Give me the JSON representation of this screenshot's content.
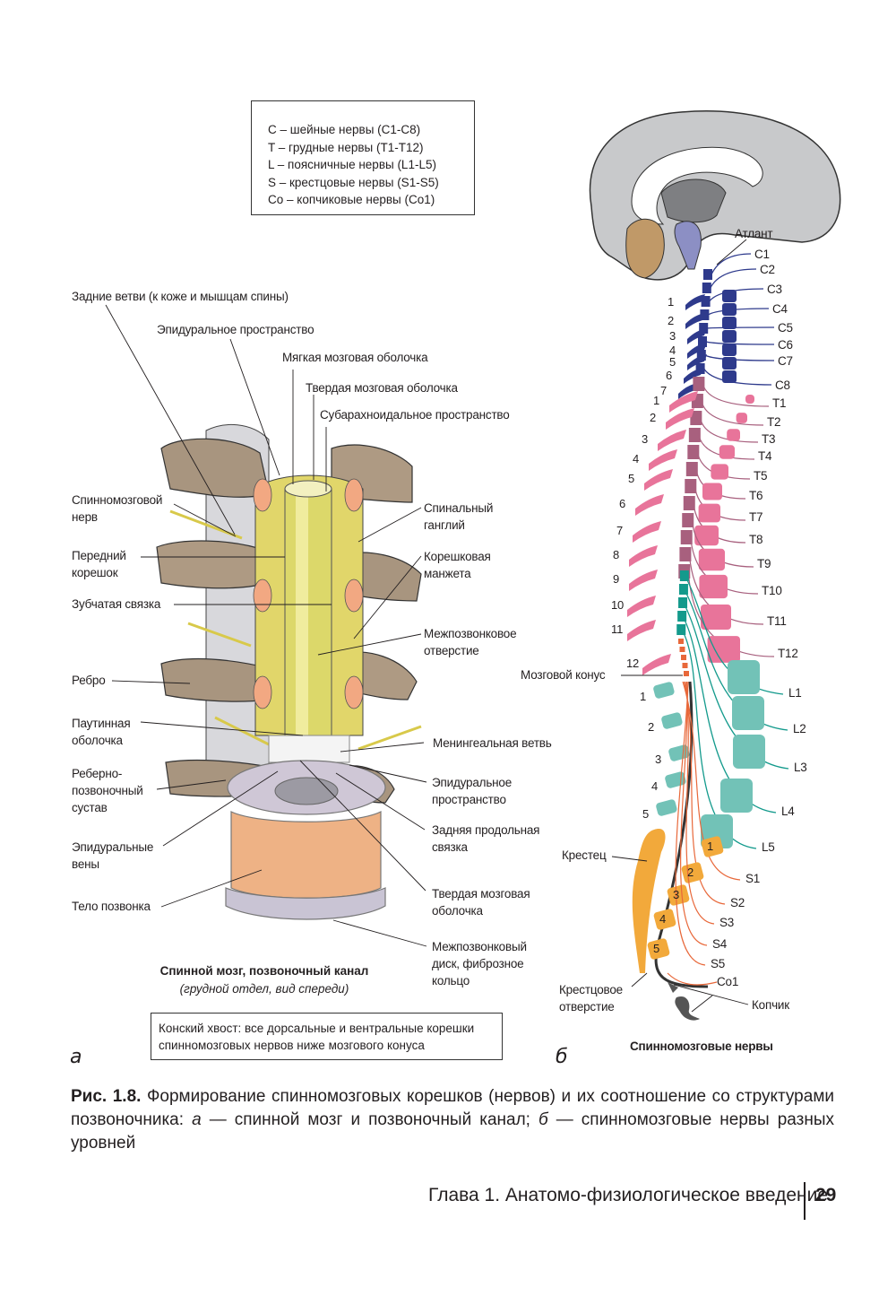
{
  "legend": {
    "lines": [
      "C – шейные нервы (C1-C8)",
      "T – грудные нервы (T1-T12)",
      "L – поясничные нервы (L1-L5)",
      "S – крестцовые нервы (S1-S5)",
      "Co – копчиковые нервы (Co1)"
    ]
  },
  "panel_a": {
    "letter": "а",
    "top_labels": {
      "posterior_branches": "Задние ветви (к коже и мышцам спины)",
      "epidural_space_top": "Эпидуральное пространство",
      "pia_mater": "Мягкая мозговая оболочка",
      "dura_mater_top": "Твердая мозговая оболочка",
      "subarachnoid_space": "Субарахноидальное пространство"
    },
    "left_labels": {
      "spinal_nerve": [
        "Спинномозговой",
        "нерв"
      ],
      "anterior_root": [
        "Передний",
        "корешок"
      ],
      "denticulate_ligament": "Зубчатая связка",
      "rib": "Ребро",
      "arachnoid": [
        "Паутинная",
        "оболочка"
      ],
      "costovertebral_joint": [
        "Реберно-",
        "позвоночный",
        "сустав"
      ],
      "epidural_veins": [
        "Эпидуральные",
        "вены"
      ],
      "vertebral_body": "Тело позвонка"
    },
    "right_labels": {
      "spinal_ganglion": [
        "Спинальный",
        "ганглий"
      ],
      "root_sleeve": [
        "Корешковая",
        "манжета"
      ],
      "intervertebral_foramen": [
        "Межпозвонковое",
        "отверстие"
      ],
      "meningeal_branch": "Менингеальная ветвь",
      "epidural_space": [
        "Эпидуральное",
        "пространство"
      ],
      "posterior_longitudinal_ligament": [
        "Задняя продольная",
        "связка"
      ],
      "dura_mater": [
        "Твердая мозговая",
        "оболочка"
      ],
      "intervertebral_disc": [
        "Межпозвонковый",
        "диск, фиброзное",
        "кольцо"
      ]
    },
    "subcaption_title": "Спинной мозг, позвоночный канал",
    "subcaption_note": "(грудной отдел, вид спереди)",
    "note_box": [
      "Конский хвост: все дорсальные и вентральные корешки",
      "спинномозговых нервов ниже мозгового конуса"
    ]
  },
  "panel_b": {
    "letter": "б",
    "title": "Спинномозговые нервы",
    "atlas_label": "Атлант",
    "conus_label": "Мозговой конус",
    "sacrum_label": "Крестец",
    "sacral_foramen_label": [
      "Крестцовое",
      "отверстие"
    ],
    "coccyx_label": "Копчик",
    "colors": {
      "cervical": "#2e3a8c",
      "thoracic": "#e8749a",
      "thoracic_cord": "#a8607e",
      "lumbar": "#72c2b7",
      "lumbar_cord": "#139a8c",
      "sacral": "#f2a93b",
      "sacral_nerve": "#e8683a",
      "brain": "#c8c9cb",
      "brainstem": "#8c8fc4",
      "cerebellum": "#c09968",
      "coccyx": "#555"
    },
    "cervical_nerves": [
      "C1",
      "C2",
      "C3",
      "C4",
      "C5",
      "C6",
      "C7",
      "C8"
    ],
    "cervical_vertebrae": [
      "1",
      "2",
      "3",
      "4",
      "5",
      "6",
      "7"
    ],
    "thoracic_nerves": [
      "T1",
      "T2",
      "T3",
      "T4",
      "T5",
      "T6",
      "T7",
      "T8",
      "T9",
      "T10",
      "T11",
      "T12"
    ],
    "thoracic_vertebrae": [
      "1",
      "2",
      "3",
      "4",
      "5",
      "6",
      "7",
      "8",
      "9",
      "10",
      "11",
      "12"
    ],
    "lumbar_nerves": [
      "L1",
      "L2",
      "L3",
      "L4",
      "L5"
    ],
    "lumbar_vertebrae": [
      "1",
      "2",
      "3",
      "4",
      "5"
    ],
    "sacral_nerves": [
      "S1",
      "S2",
      "S3",
      "S4",
      "S5"
    ],
    "sacral_vertebrae": [
      "1",
      "2",
      "3",
      "4",
      "5"
    ],
    "coccygeal_nerve": "Co1"
  },
  "caption": {
    "fig_label": "Рис. 1.8.",
    "line1_rest": " Формирование спинномозговых корешков (нервов) и их соотношение со структурами позвоночника: ",
    "a_letter": "а",
    "part_a": " — спинной мозг и позвоночный канал; ",
    "b_letter": "б",
    "part_b": " — спинномозговые нервы разных уровней"
  },
  "footer": {
    "chapter": "Глава 1. Анатомо-физиологическое введение",
    "page_number": "29"
  }
}
